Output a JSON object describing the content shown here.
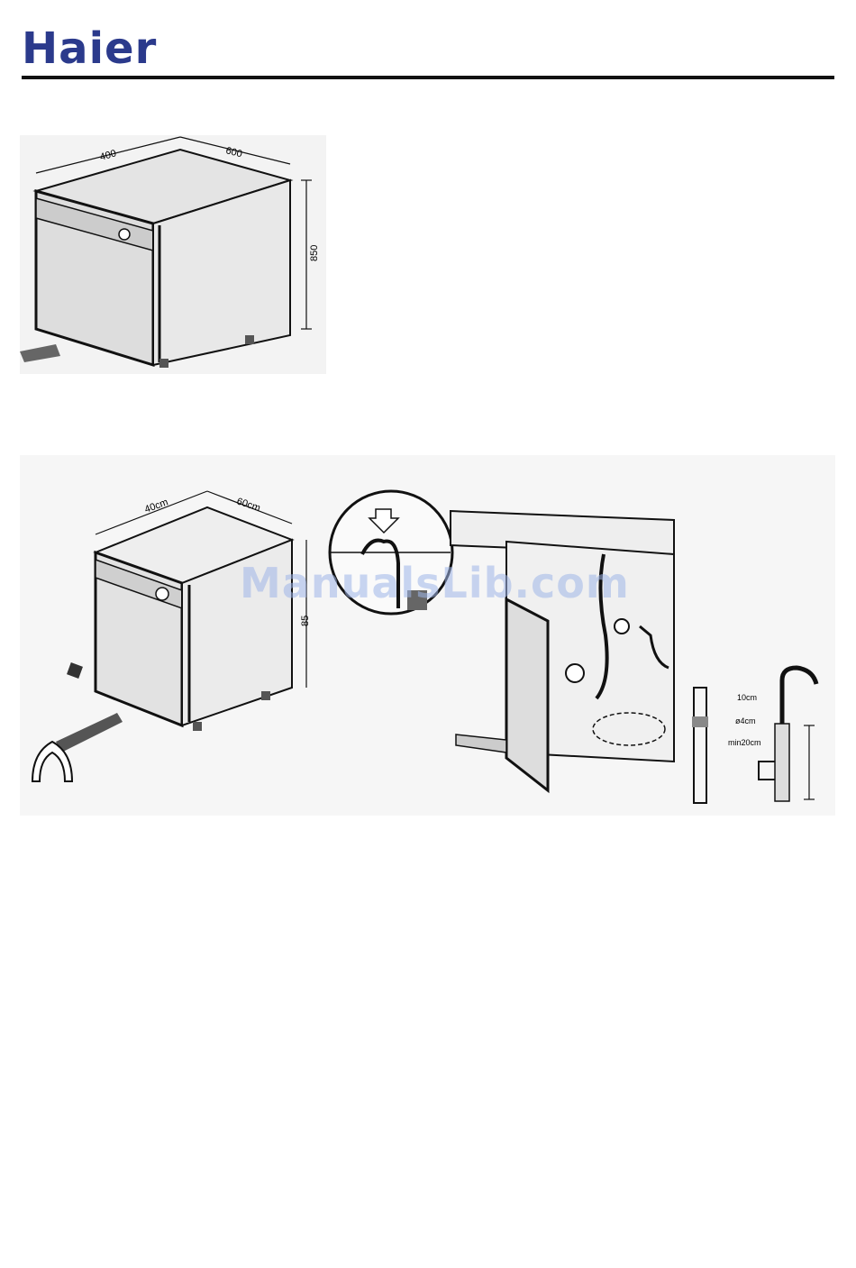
{
  "header": {
    "brand": "Haier"
  },
  "figure1": {
    "width_label": "400",
    "depth_label": "600",
    "height_label": "850"
  },
  "figure2": {
    "width_label": "40cm",
    "depth_label": "60cm",
    "height_label": "85"
  },
  "drain": {
    "label_top": "10cm",
    "label_mid": "ø4cm",
    "label_min": "min20cm"
  },
  "watermark": "ManualsLib.com",
  "colors": {
    "brand": "#2b3a8c",
    "rule": "#111111",
    "watermark": "#9fb6e8"
  }
}
